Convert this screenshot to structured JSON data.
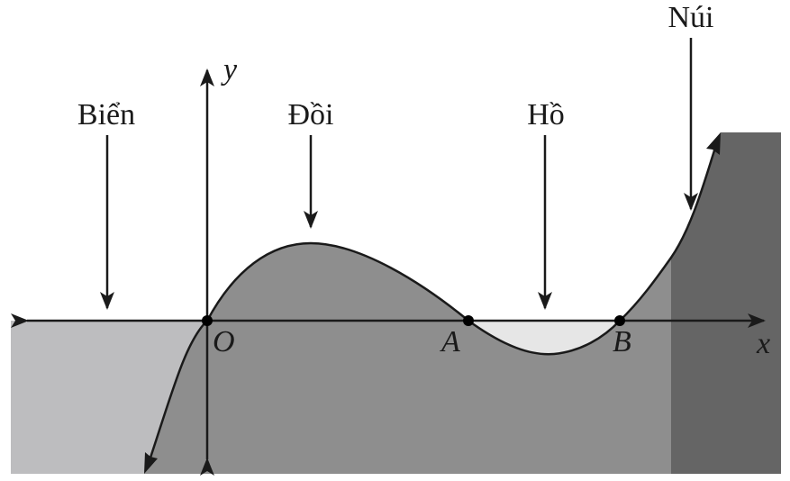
{
  "labels": {
    "bien": "Biển",
    "doi": "Đồi",
    "ho": "Hồ",
    "nui": "Núi"
  },
  "axes": {
    "x": "x",
    "y": "y"
  },
  "points": {
    "origin": "O",
    "a": "A",
    "b": "B"
  },
  "colors": {
    "sea": "#bdbdbf",
    "land": "#8e8e8e",
    "mountain": "#656565",
    "lake": "#e6e6e6",
    "stroke": "#1a1a1a"
  }
}
